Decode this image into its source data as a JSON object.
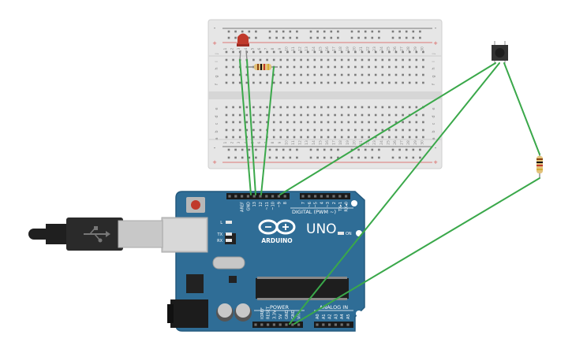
{
  "breadboard": {
    "columns": [
      "1",
      "2",
      "3",
      "4",
      "5",
      "6",
      "7",
      "8",
      "9",
      "10",
      "11",
      "12",
      "13",
      "14",
      "15",
      "16",
      "17",
      "18",
      "19",
      "20",
      "21",
      "22",
      "23",
      "24",
      "25",
      "26",
      "27",
      "28",
      "29",
      "30"
    ],
    "rows_top": [
      "j",
      "i",
      "h",
      "g",
      "f"
    ],
    "rows_bottom": [
      "e",
      "d",
      "c",
      "b",
      "a"
    ],
    "rail_plus": "+",
    "rail_minus": "-"
  },
  "arduino": {
    "brand": "ARDUINO",
    "model": "UNO",
    "digital_label": "DIGITAL (PWM ~)",
    "power_label": "POWER",
    "analog_label": "ANALOG IN",
    "on_label": "ON",
    "led_l": "L",
    "led_tx": "TX",
    "led_rx": "RX",
    "top_pins": [
      "AREF",
      "GND",
      "13",
      "12",
      "~11",
      "~10",
      "~9",
      "8",
      "7",
      "~6",
      "~5",
      "4",
      "~3",
      "2",
      "TX▸1",
      "RX◂0"
    ],
    "power_pins": [
      "IOREF",
      "RESET",
      "3.3V",
      "5V",
      "GND",
      "GND",
      "Vin"
    ],
    "analog_pins": [
      "A0",
      "A1",
      "A2",
      "A3",
      "A4",
      "A5"
    ]
  },
  "colors": {
    "board": "#2f6d96",
    "board_edge": "#245a7e",
    "wire": "#3aa84a",
    "led": "#c0392b",
    "rail_red": "#d9534f",
    "breadboard": "#e4e4e4"
  }
}
